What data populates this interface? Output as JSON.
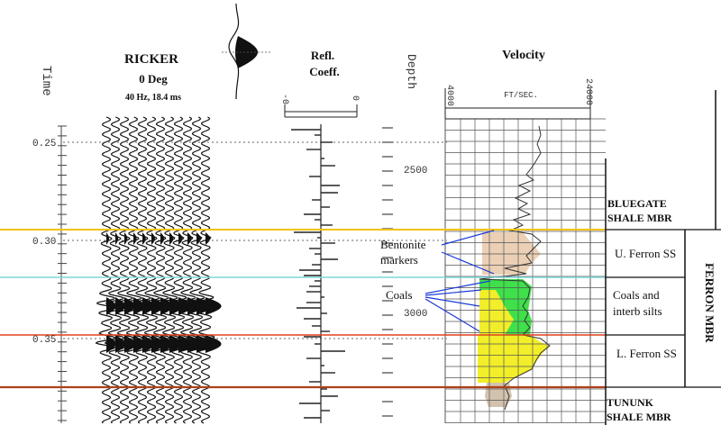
{
  "headers": {
    "ricker_title": "RICKER",
    "ricker_phase": "0 Deg",
    "ricker_params": "40 Hz, 18.4 ms",
    "refl_line1": "Refl.",
    "refl_line2": "Coeff.",
    "velocity_title": "Velocity"
  },
  "axes": {
    "time_label": "Time",
    "depth_label": "Depth",
    "time_ticks": [
      "0.25",
      "0.30",
      "0.35"
    ],
    "depth_ticks": [
      "2500",
      "3000"
    ],
    "refl_scale": [
      "-0",
      "0"
    ],
    "velocity_units": "FT/SEC.",
    "velocity_min": "4000",
    "velocity_max": "24000"
  },
  "annotations": {
    "bentonite_line1": "Bentonite",
    "bentonite_line2": "markers",
    "coals": "Coals"
  },
  "units": {
    "bluegate_line1": "BLUEGATE",
    "bluegate_line2": "SHALE MBR",
    "u_ferron": "U. Ferron SS",
    "coals_line1": "Coals and",
    "coals_line2": "interb silts",
    "l_ferron": "L. Ferron SS",
    "tununk_line1": "TUNUNK",
    "tununk_line2": "SHALE MBR",
    "ferron_mbr": "FERRON MBR"
  },
  "colors": {
    "bluegate_line": "#f3c200",
    "cyan_line": "#7fd6d6",
    "red_line": "#e0401a",
    "dark_red_line": "#b0401a",
    "coal_green": "#3fe04a",
    "sand_yellow": "#f2ee2a",
    "bentonite_tan": "#e8c8a8",
    "marker_blue": "#1a3ad6"
  }
}
